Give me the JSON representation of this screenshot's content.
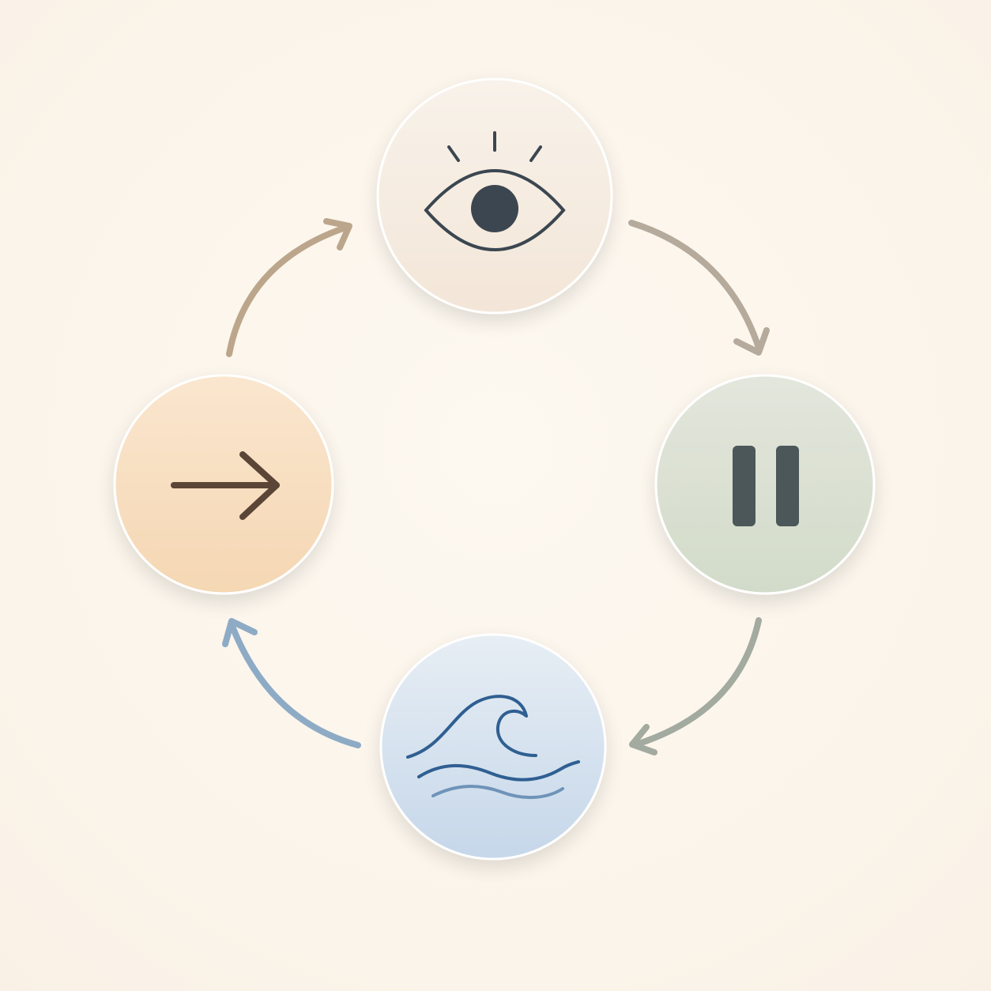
{
  "diagram": {
    "type": "cycle",
    "nodes": [
      {
        "id": "observe",
        "icon": "eye-icon",
        "fill_top": "#f8f2ea",
        "fill_bottom": "#f3e6d8",
        "icon_color": "#3b4650"
      },
      {
        "id": "pause",
        "icon": "pause-icon",
        "fill_top": "#e3e6dc",
        "fill_bottom": "#d2dbc9",
        "icon_color": "#4b5758"
      },
      {
        "id": "flow",
        "icon": "wave-icon",
        "fill_top": "#e7eef4",
        "fill_bottom": "#c6d7ea",
        "icon_color": "#2f5f92"
      },
      {
        "id": "act",
        "icon": "arrow-right-icon",
        "fill_top": "#fae6cf",
        "fill_bottom": "#f5d7b3",
        "icon_color": "#5a4536"
      }
    ],
    "arrows": [
      {
        "from": "observe",
        "to": "pause",
        "color": "#b5aa9b"
      },
      {
        "from": "pause",
        "to": "flow",
        "color": "#a3aa9f"
      },
      {
        "from": "flow",
        "to": "act",
        "color": "#8eabc5"
      },
      {
        "from": "act",
        "to": "observe",
        "color": "#bca68b"
      }
    ]
  }
}
